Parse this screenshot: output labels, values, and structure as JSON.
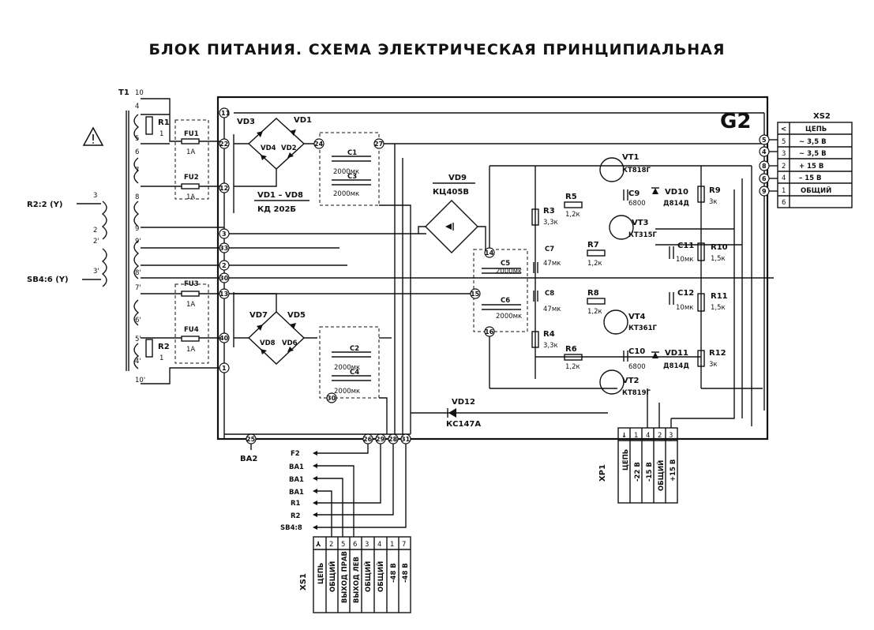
{
  "title": "БЛОК ПИТАНИЯ. СХЕМА ЭЛЕКТРИЧЕСКАЯ   ПРИНЦИПИАЛЬНАЯ",
  "block_label": "G2",
  "transformer": {
    "ref": "T1",
    "pins_left": [
      "10",
      "4",
      "5",
      "6",
      "7",
      "8",
      "9",
      "9'",
      "8'",
      "7'",
      "6'",
      "5'",
      "4'",
      "10'"
    ],
    "inputs": [
      "R2:2 (Y)",
      "SB4:6 (Y)"
    ],
    "coil_pins": [
      "3",
      "2",
      "2'",
      "3'"
    ]
  },
  "resistors_left": [
    {
      "ref": "R1",
      "value": "1"
    },
    {
      "ref": "R2",
      "value": "1"
    }
  ],
  "fuses": [
    {
      "ref": "FU1",
      "value": "1A"
    },
    {
      "ref": "FU2",
      "value": "1A"
    },
    {
      "ref": "FU3",
      "value": "1A"
    },
    {
      "ref": "FU4",
      "value": "1A"
    }
  ],
  "bridges": {
    "top": [
      "VD3",
      "VD1",
      "VD4",
      "VD2"
    ],
    "bottom": [
      "VD7",
      "VD5",
      "VD8",
      "VD6"
    ],
    "type_label": "VD1 – VD8",
    "type": "КД 202Б"
  },
  "caps_bulk": [
    {
      "ref": "C1",
      "value": "2000мк"
    },
    {
      "ref": "C3",
      "value": "2000мк"
    },
    {
      "ref": "C2",
      "value": "2000мк"
    },
    {
      "ref": "C4",
      "value": "2000мк"
    }
  ],
  "bridge_vd9": {
    "ref": "VD9",
    "type": "КЦ405В"
  },
  "caps_mid": [
    {
      "ref": "C5",
      "value": "2000мк"
    },
    {
      "ref": "C6",
      "value": "2000мк"
    },
    {
      "ref": "C7",
      "value": "47мк"
    },
    {
      "ref": "C8",
      "value": "47мк"
    }
  ],
  "regulator_parts": [
    {
      "ref": "VT1",
      "type": "КТ818Г"
    },
    {
      "ref": "VT2",
      "type": "КТ819Г"
    },
    {
      "ref": "VT3",
      "type": "КТ315Г"
    },
    {
      "ref": "VT4",
      "type": "КТ361Г"
    },
    {
      "ref": "R3",
      "value": "3,3к"
    },
    {
      "ref": "R4",
      "value": "3,3к"
    },
    {
      "ref": "R5",
      "value": "1,2к"
    },
    {
      "ref": "R6",
      "value": "1,2к"
    },
    {
      "ref": "R7",
      "value": "1,2к"
    },
    {
      "ref": "R8",
      "value": "1,2к"
    },
    {
      "ref": "R9",
      "value": "3к"
    },
    {
      "ref": "R10",
      "value": "1,5к"
    },
    {
      "ref": "R11",
      "value": "1,5к"
    },
    {
      "ref": "R12",
      "value": "3к"
    },
    {
      "ref": "C9",
      "value": "6800"
    },
    {
      "ref": "C10",
      "value": "6800"
    },
    {
      "ref": "C11",
      "value": "10мк"
    },
    {
      "ref": "C12",
      "value": "10мк"
    },
    {
      "ref": "VD10",
      "type": "Д814Д"
    },
    {
      "ref": "VD11",
      "type": "Д814Д"
    }
  ],
  "zener_vd12": {
    "ref": "VD12",
    "type": "КС147А"
  },
  "nodes": [
    "11",
    "22",
    "12",
    "3",
    "33",
    "2",
    "30",
    "13",
    "40",
    "1",
    "24",
    "27",
    "14",
    "15",
    "16",
    "5",
    "4",
    "8",
    "6",
    "9",
    "25",
    "30",
    "26",
    "29",
    "28",
    "31"
  ],
  "node_list_mid": [
    "3",
    "33",
    "2",
    "30",
    "13"
  ],
  "xs2": {
    "ref": "XS2",
    "header": [
      "<",
      "ЦЕПЬ"
    ],
    "rows": [
      [
        "5",
        "~ 3,5 В"
      ],
      [
        "3",
        "~ 3,5 В"
      ],
      [
        "2",
        "+ 15 В"
      ],
      [
        "4",
        "– 15 В"
      ],
      [
        "1",
        "ОБЩИЙ"
      ],
      [
        "6",
        ""
      ]
    ]
  },
  "xp1": {
    "ref": "XP1",
    "header": [
      "↓",
      "ЦЕПЬ"
    ],
    "cols": [
      [
        "1",
        "-22 В"
      ],
      [
        "4",
        "-15 В"
      ],
      [
        "2",
        "ОБЩИЙ"
      ],
      [
        "3",
        "+15 В"
      ]
    ]
  },
  "ba2": "ВА2",
  "outputs": [
    "F2",
    "ВА1",
    "ВА1",
    "ВА1",
    "R1",
    "R2",
    "SB4:8"
  ],
  "xs1": {
    "ref": "XS1",
    "header": [
      "⅄",
      "ЦЕПЬ"
    ],
    "cols": [
      [
        "2",
        "ОБЩИЙ"
      ],
      [
        "5",
        "ВЫХОД ПРАВ"
      ],
      [
        "6",
        "ВЫХОД ЛЕВ"
      ],
      [
        "3",
        "ОБЩИЙ"
      ],
      [
        "4",
        "ОБЩИЙ"
      ],
      [
        "1",
        "-48 В"
      ],
      [
        "7",
        "-48 В"
      ]
    ]
  }
}
